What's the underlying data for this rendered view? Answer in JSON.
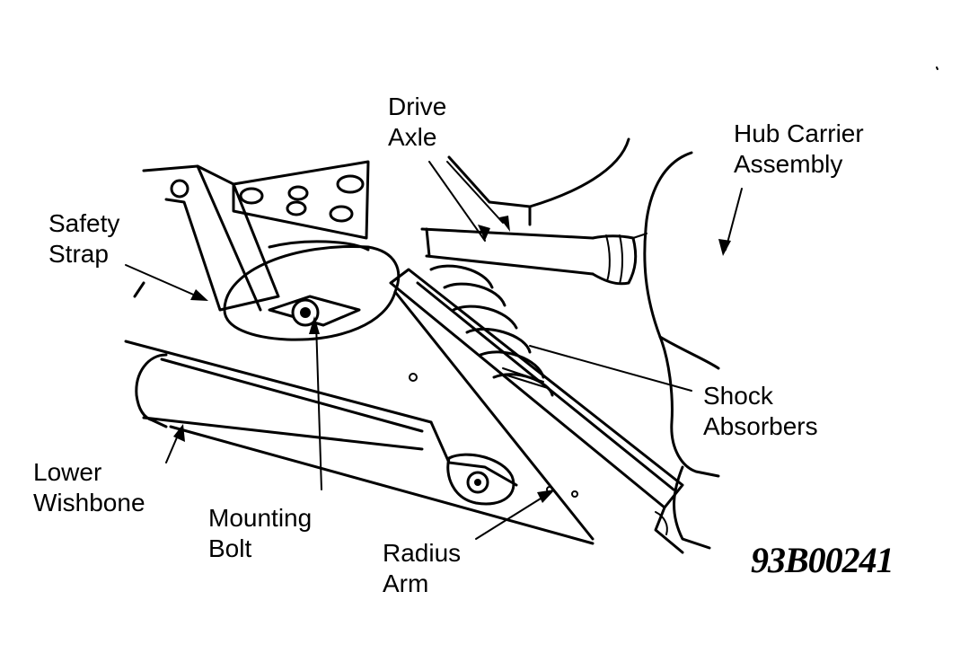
{
  "labels": {
    "drive_axle": [
      "Drive",
      "Axle"
    ],
    "hub_carrier": [
      "Hub Carrier",
      "Assembly"
    ],
    "safety_strap": [
      "Safety",
      "Strap"
    ],
    "shock_absorbers": [
      "Shock",
      "Absorbers"
    ],
    "lower_wishbone": [
      "Lower",
      "Wishbone"
    ],
    "mounting_bolt": [
      "Mounting",
      "Bolt"
    ],
    "radius_arm": [
      "Radius",
      "Arm"
    ]
  },
  "figure_id": "93B00241",
  "colors": {
    "ink": "#000000",
    "paper": "#ffffff"
  }
}
